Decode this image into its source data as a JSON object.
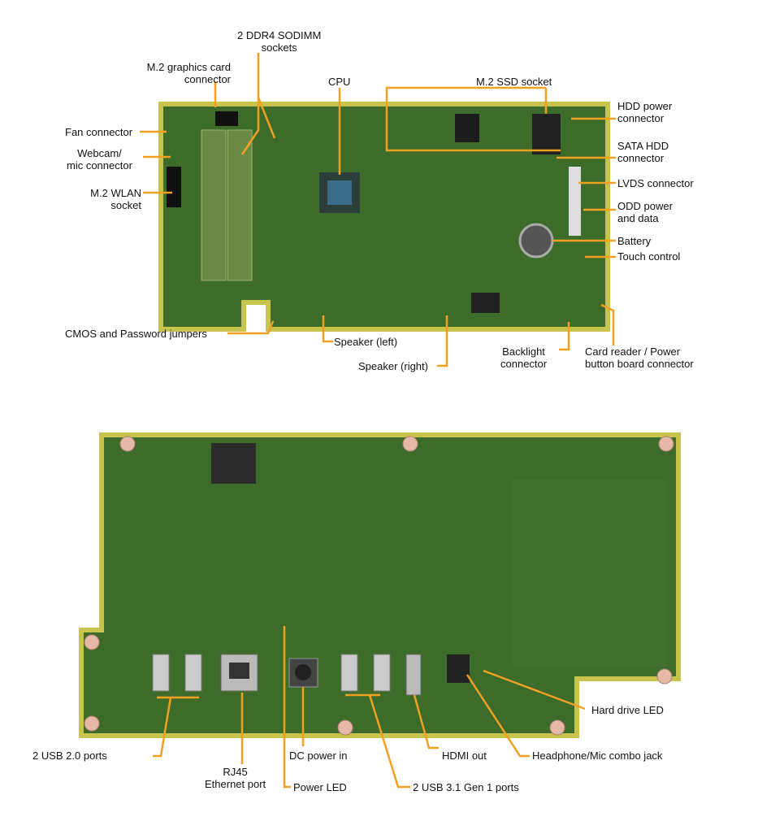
{
  "colors": {
    "board": "#3d6b2a",
    "edge": "#c8c34a",
    "callout": "#f2a024"
  },
  "top_board": {
    "labels": {
      "ddr4": "2 DDR4 SODIMM\nsockets",
      "m2_graphics": "M.2 graphics card\nconnector",
      "cpu": "CPU",
      "m2_ssd": "M.2 SSD socket",
      "hdd_power": "HDD power\nconnector",
      "fan": "Fan connector",
      "webcam": "Webcam/\nmic connector",
      "m2_wlan": "M.2 WLAN\nsocket",
      "sata_hdd": "SATA HDD\nconnector",
      "lvds": "LVDS connector",
      "odd": "ODD power\nand data",
      "battery": "Battery",
      "touch": "Touch control",
      "cmos": "CMOS and Password jumpers",
      "speaker_left": "Speaker (left)",
      "speaker_right": "Speaker (right)",
      "backlight": "Backlight\nconnector",
      "card_reader": "Card reader / Power\nbutton board connector"
    }
  },
  "bottom_board": {
    "labels": {
      "usb20": "2 USB 2.0 ports",
      "rj45": "RJ45\nEthernet port",
      "dc_in": "DC power in",
      "power_led": "Power LED",
      "hdmi": "HDMI out",
      "usb31": "2 USB 3.1 Gen 1 ports",
      "headphone": "Headphone/Mic combo jack",
      "hdd_led": "Hard drive LED"
    }
  }
}
